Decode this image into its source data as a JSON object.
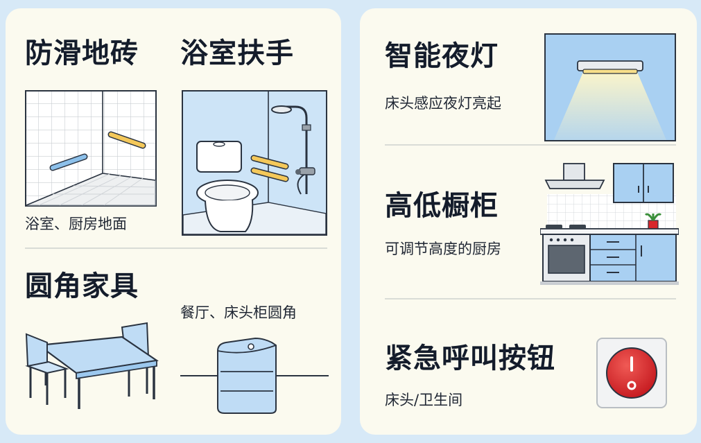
{
  "left_panel": {
    "anti_slip": {
      "title": "防滑地砖",
      "caption": "浴室、厨房地面",
      "icon": "anti-slip-tiles-illustration"
    },
    "grab_bar": {
      "title": "浴室扶手",
      "icon": "bathroom-grab-bar-illustration"
    },
    "rounded_furniture": {
      "title": "圆角家具",
      "caption": "餐厅、床头柜圆角",
      "icons": [
        "dining-table-chairs-illustration",
        "rounded-nightstand-illustration"
      ]
    }
  },
  "right_panel": {
    "night_light": {
      "title": "智能夜灯",
      "caption": "床头感应夜灯亮起",
      "icon": "night-light-illustration"
    },
    "low_cabinet": {
      "title": "高低橱柜",
      "caption": "可调节高度的厨房",
      "icon": "kitchen-cabinet-illustration"
    },
    "emergency": {
      "title": "紧急呼叫按钮",
      "caption": "床头/卫生间",
      "icon": "emergency-button-illustration"
    }
  },
  "colors": {
    "background": "#d7e9f7",
    "panel": "#fbfaef",
    "light_blue": "#bfdcf5",
    "grab_bar_yellow": "#f4c85a",
    "button_red": "#d8262b",
    "outline": "#2a3340"
  }
}
